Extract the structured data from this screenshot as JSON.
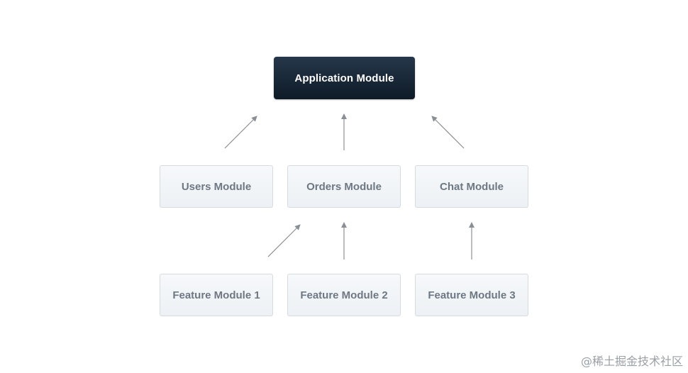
{
  "diagram": {
    "root": {
      "label": "Application Module"
    },
    "level2": [
      {
        "label": "Users Module"
      },
      {
        "label": "Orders Module"
      },
      {
        "label": "Chat Module"
      }
    ],
    "level3": [
      {
        "label": "Feature Module 1"
      },
      {
        "label": "Feature Module 2"
      },
      {
        "label": "Feature Module 3"
      }
    ],
    "edges": [
      {
        "from": "Users Module",
        "to": "Application Module"
      },
      {
        "from": "Orders Module",
        "to": "Application Module"
      },
      {
        "from": "Chat Module",
        "to": "Application Module"
      },
      {
        "from": "Feature Module 1",
        "to": "Orders Module"
      },
      {
        "from": "Feature Module 2",
        "to": "Orders Module"
      },
      {
        "from": "Feature Module 3",
        "to": "Chat Module"
      }
    ],
    "colors": {
      "root_background": "#1a2a3a",
      "node_background": "#f0f3f6",
      "node_border": "#d5dbe2",
      "node_text": "#6e7883",
      "arrow": "#8a8f95"
    }
  },
  "watermark": {
    "text": "@稀土掘金技术社区"
  }
}
